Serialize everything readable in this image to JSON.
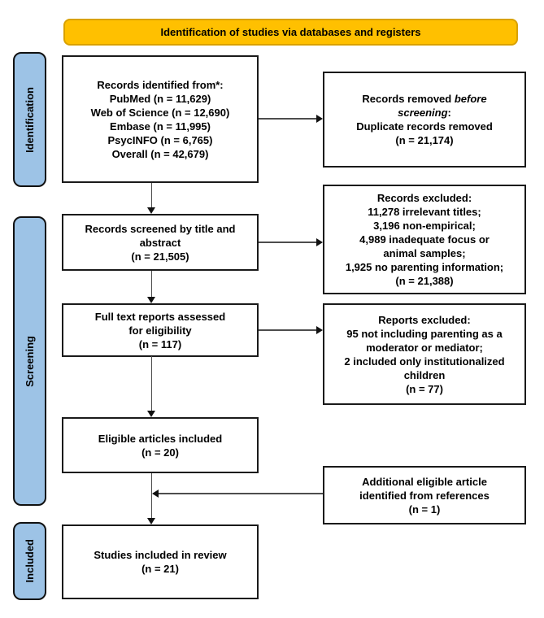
{
  "banner": {
    "label": "Identification of studies via databases and registers"
  },
  "sidebar": {
    "stages": [
      {
        "label": "Identification"
      },
      {
        "label": "Screening"
      },
      {
        "label": "Included"
      }
    ]
  },
  "diagram": {
    "colors": {
      "banner_fill": "#FFC000",
      "banner_border": "#D9A100",
      "stage_fill": "#9DC3E6",
      "box_border": "#1A1A1A"
    },
    "left_boxes": [
      {
        "name": "records-identified",
        "lines": [
          "Records identified from*:",
          "PubMed (n = 11,629)",
          "Web of Science (n = 12,690)",
          "Embase (n = 11,995)",
          "PsycINFO (n = 6,765)",
          "Overall (n = 42,679)"
        ]
      },
      {
        "name": "records-screened",
        "lines": [
          "Records screened by title and",
          "abstract",
          "(n = 21,505)"
        ]
      },
      {
        "name": "fulltext-assessed",
        "lines": [
          "Full text reports assessed",
          "for eligibility",
          "(n = 117)"
        ]
      },
      {
        "name": "eligible-articles",
        "lines": [
          "Eligible articles included",
          "(n = 20)"
        ]
      },
      {
        "name": "studies-included",
        "lines": [
          "Studies included in review",
          "(n = 21)"
        ]
      }
    ],
    "right_boxes": [
      {
        "name": "records-removed",
        "lines": [
          [
            {
              "text": "Records removed "
            },
            {
              "text": "before",
              "italic": true
            }
          ],
          [
            {
              "text": "screening",
              "italic": true
            },
            {
              "text": ":"
            }
          ],
          "Duplicate records removed",
          "(n = 21,174)"
        ]
      },
      {
        "name": "records-excluded",
        "lines": [
          "Records excluded:",
          "11,278 irrelevant titles;",
          "3,196 non-empirical;",
          "4,989 inadequate focus or",
          "animal samples;",
          "1,925 no parenting information;",
          "(n = 21,388)"
        ]
      },
      {
        "name": "reports-excluded",
        "lines": [
          "Reports excluded:",
          "95 not including parenting as a",
          "moderator or mediator;",
          "2 included only institutionalized",
          "children",
          "(n = 77)"
        ]
      },
      {
        "name": "additional-article",
        "lines": [
          "Additional eligible article",
          "identified from references",
          "(n = 1)"
        ]
      }
    ]
  }
}
